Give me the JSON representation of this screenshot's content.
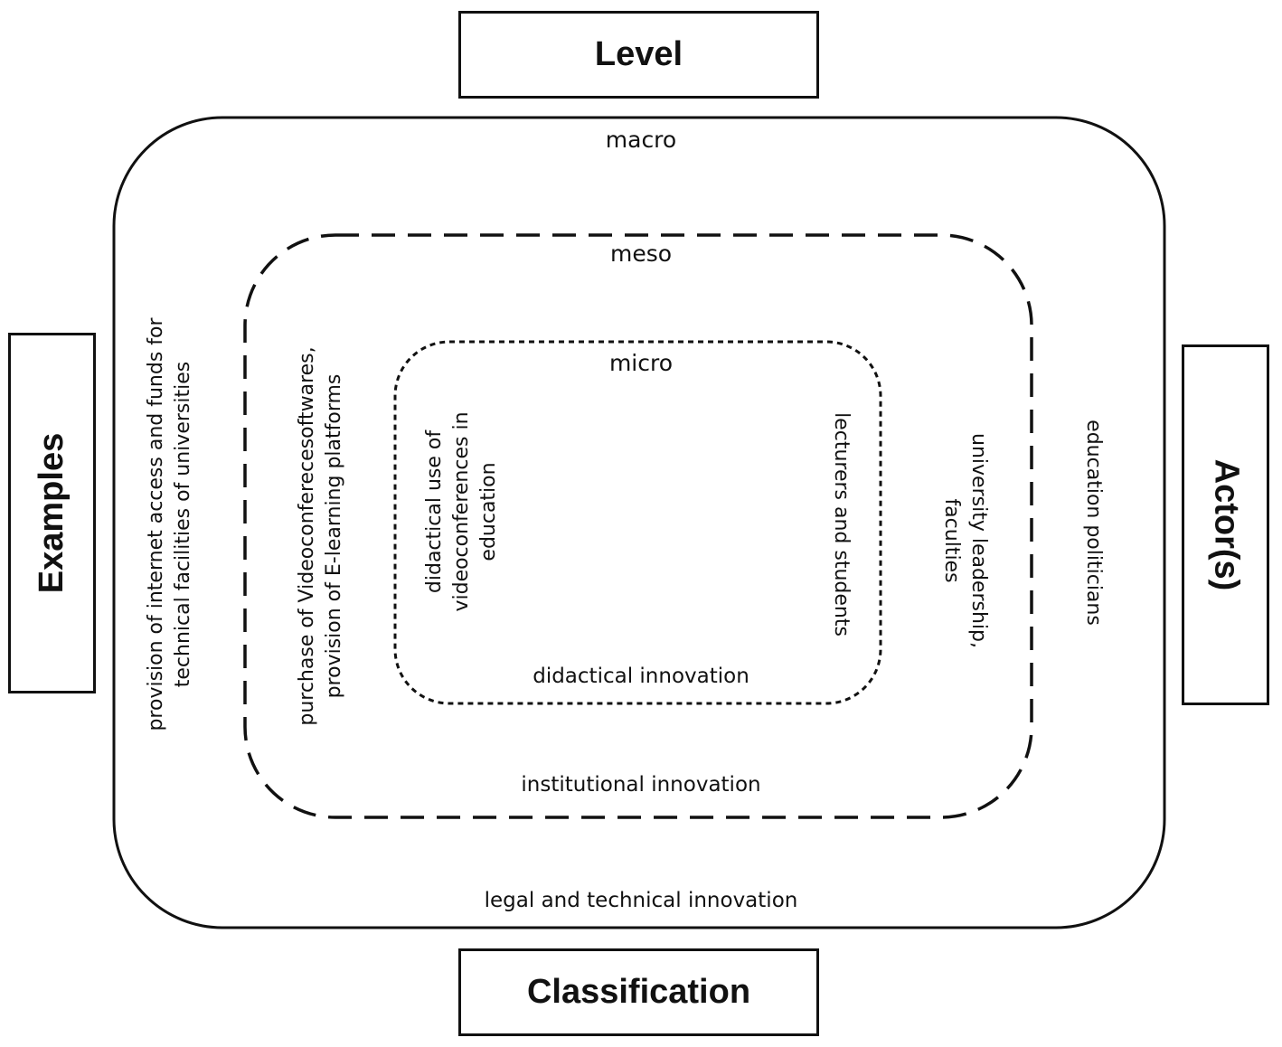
{
  "frames": {
    "level": "Level",
    "examples": "Examples",
    "actors": "Actor(s)",
    "classification": "Classification"
  },
  "levels": {
    "macro": "macro",
    "meso": "meso",
    "micro": "micro"
  },
  "classifications": {
    "macro": "legal and technical innovation",
    "meso": "institutional innovation",
    "micro": "didactical innovation"
  },
  "examples": {
    "macro": [
      "provision of internet access and funds for",
      "technical facilities of universities"
    ],
    "meso": [
      "purchase of Videoconferecesoftwares,",
      "provision of  E-learning platforms"
    ],
    "micro": [
      "didactical use of",
      "videoconferences in",
      "education"
    ]
  },
  "actors": {
    "macro": [
      "education politicians"
    ],
    "meso": [
      "university leadership,",
      "faculties"
    ],
    "micro": [
      "lecturers and students"
    ]
  }
}
